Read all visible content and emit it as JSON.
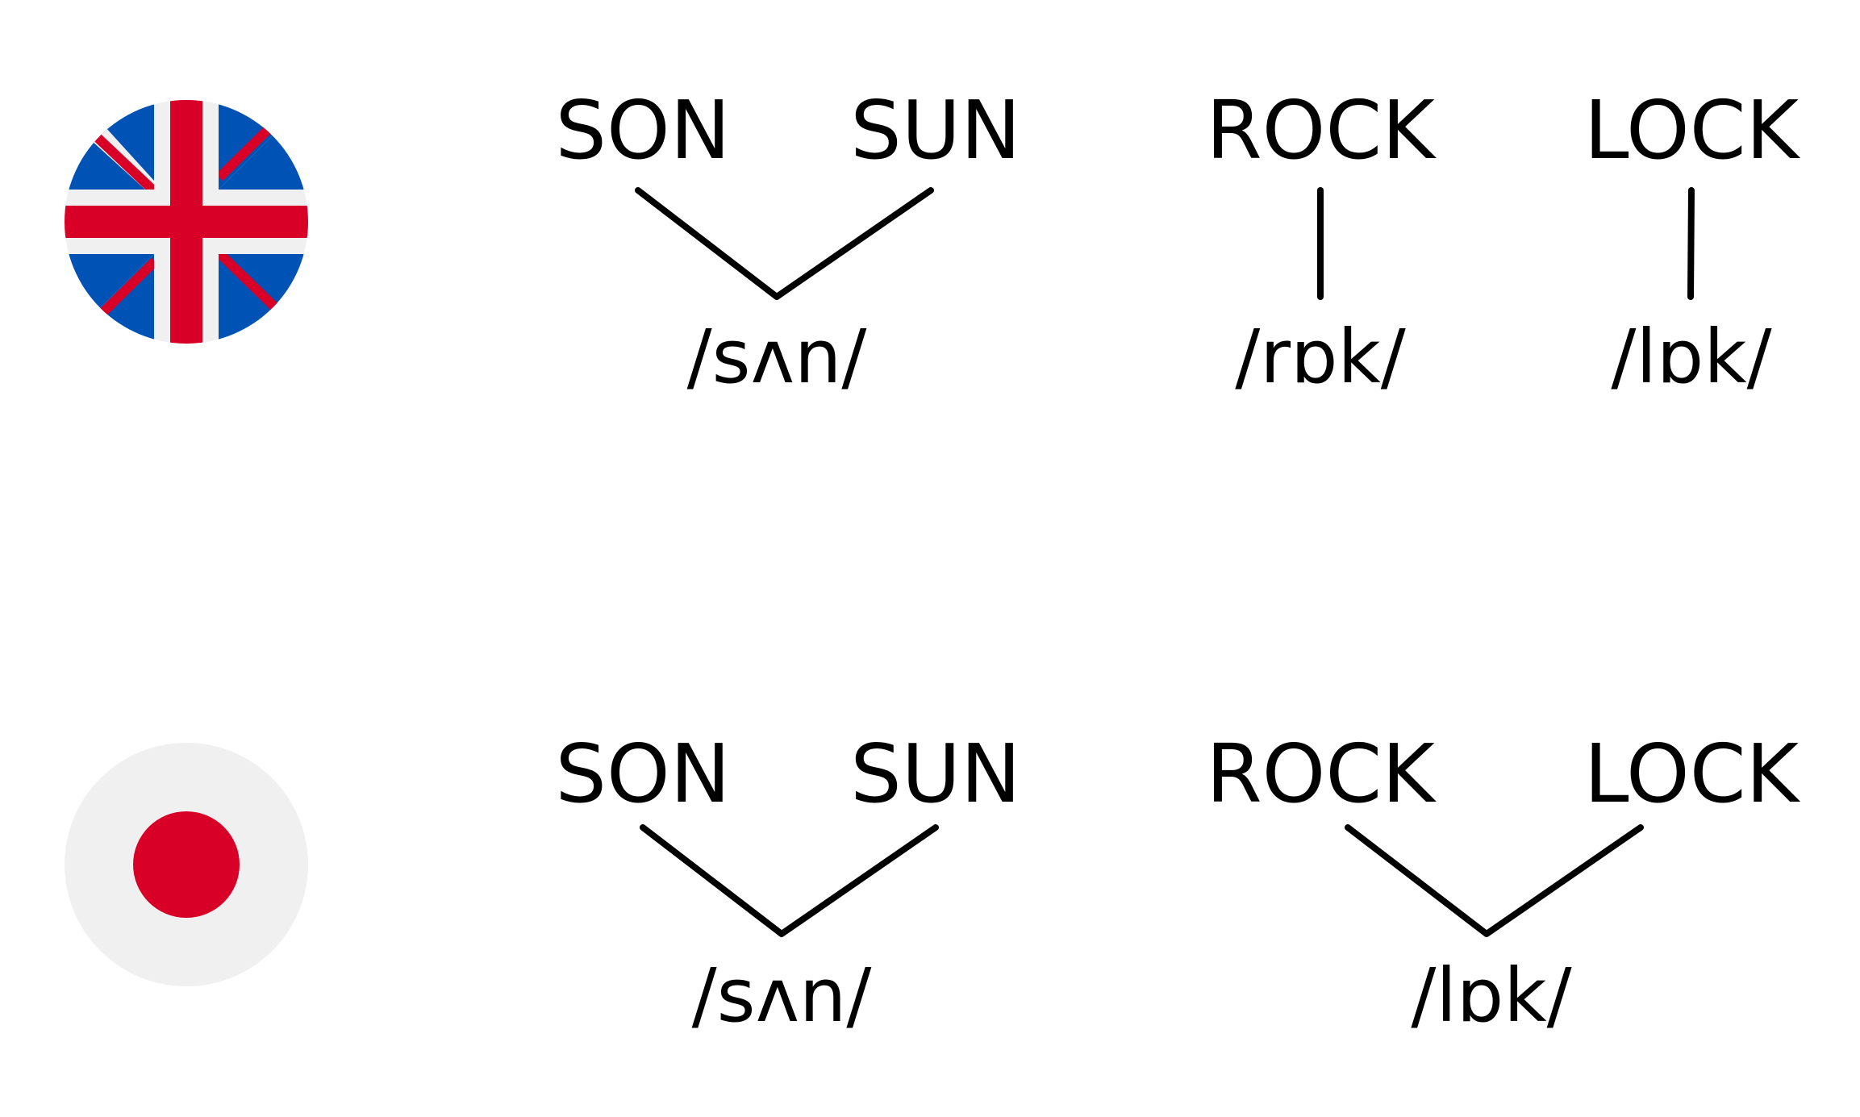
{
  "colors": {
    "text": "#000000",
    "uk_blue": "#0052B4",
    "uk_red": "#D80027",
    "uk_white": "#F0F0F0",
    "japan_red": "#D80027",
    "japan_white": "#F0F0F0"
  },
  "rows": [
    {
      "flag": "uk-flag-icon",
      "words": [
        "SON",
        "SUN",
        "ROCK",
        "LOCK"
      ],
      "transcriptions": [
        "/sʌn/",
        "/rɒk/",
        "/lɒk/"
      ]
    },
    {
      "flag": "japan-flag-icon",
      "words": [
        "SON",
        "SUN",
        "ROCK",
        "LOCK"
      ],
      "transcriptions": [
        "/sʌn/",
        "/lɒk/"
      ]
    }
  ]
}
